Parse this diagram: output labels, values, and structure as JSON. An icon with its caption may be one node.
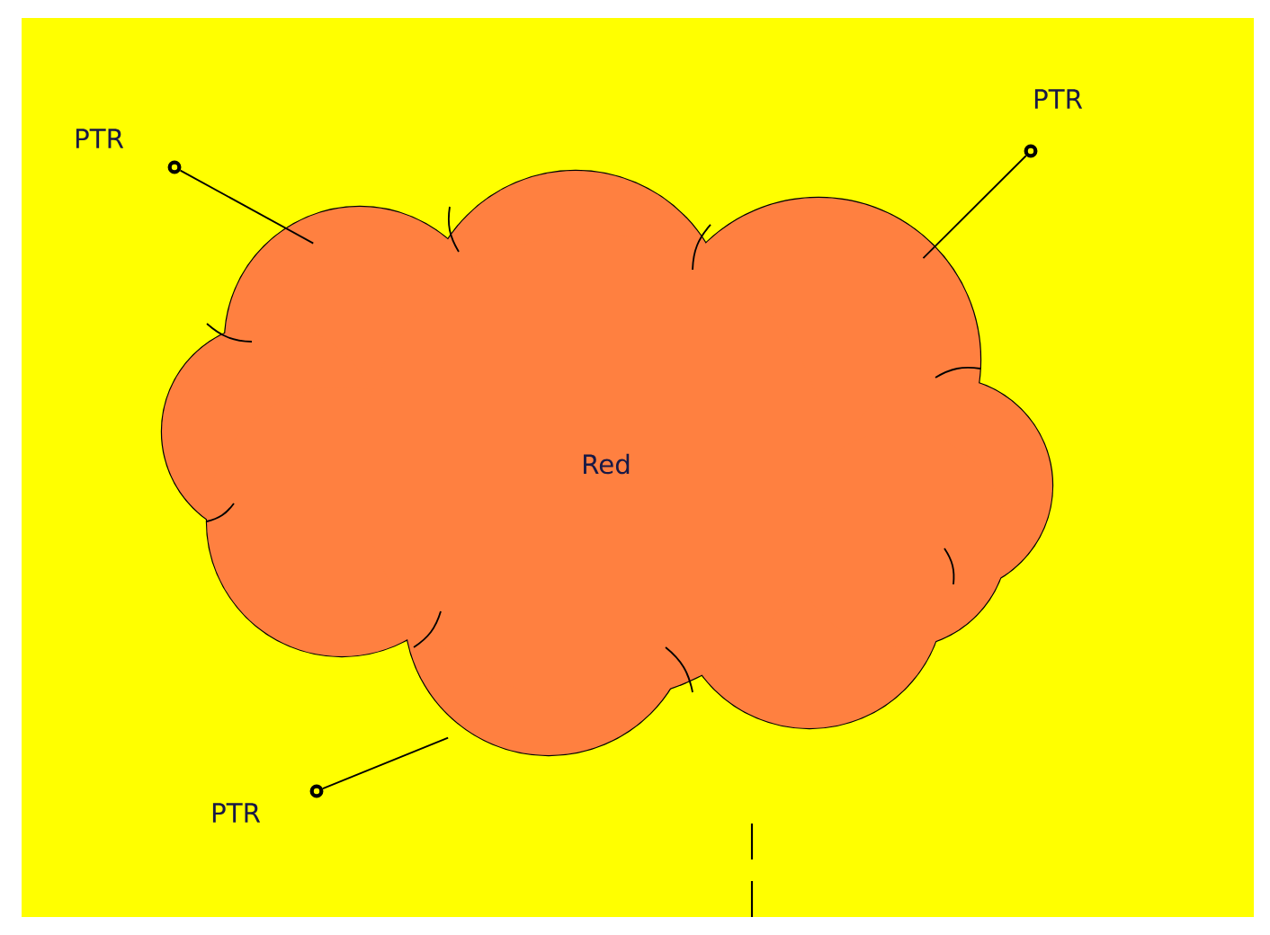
{
  "diagram": {
    "nodes": [
      {
        "text": [
          "Red"
        ]
      },
      {
        "text": [],
        "shape": "circle",
        "beside": [
          "PTR"
        ]
      },
      {
        "text": [],
        "shape": "circle",
        "beside": [
          "PTR"
        ]
      },
      {
        "text": [],
        "shape": "circle",
        "beside": [
          "PTR"
        ]
      }
    ],
    "edges": [
      {
        "from": 1,
        "to": 0,
        "arrow": "none"
      },
      {
        "from": 2,
        "to": 0,
        "arrow": "none"
      },
      {
        "from": 3,
        "to": 0,
        "arrow": "none"
      }
    ]
  }
}
